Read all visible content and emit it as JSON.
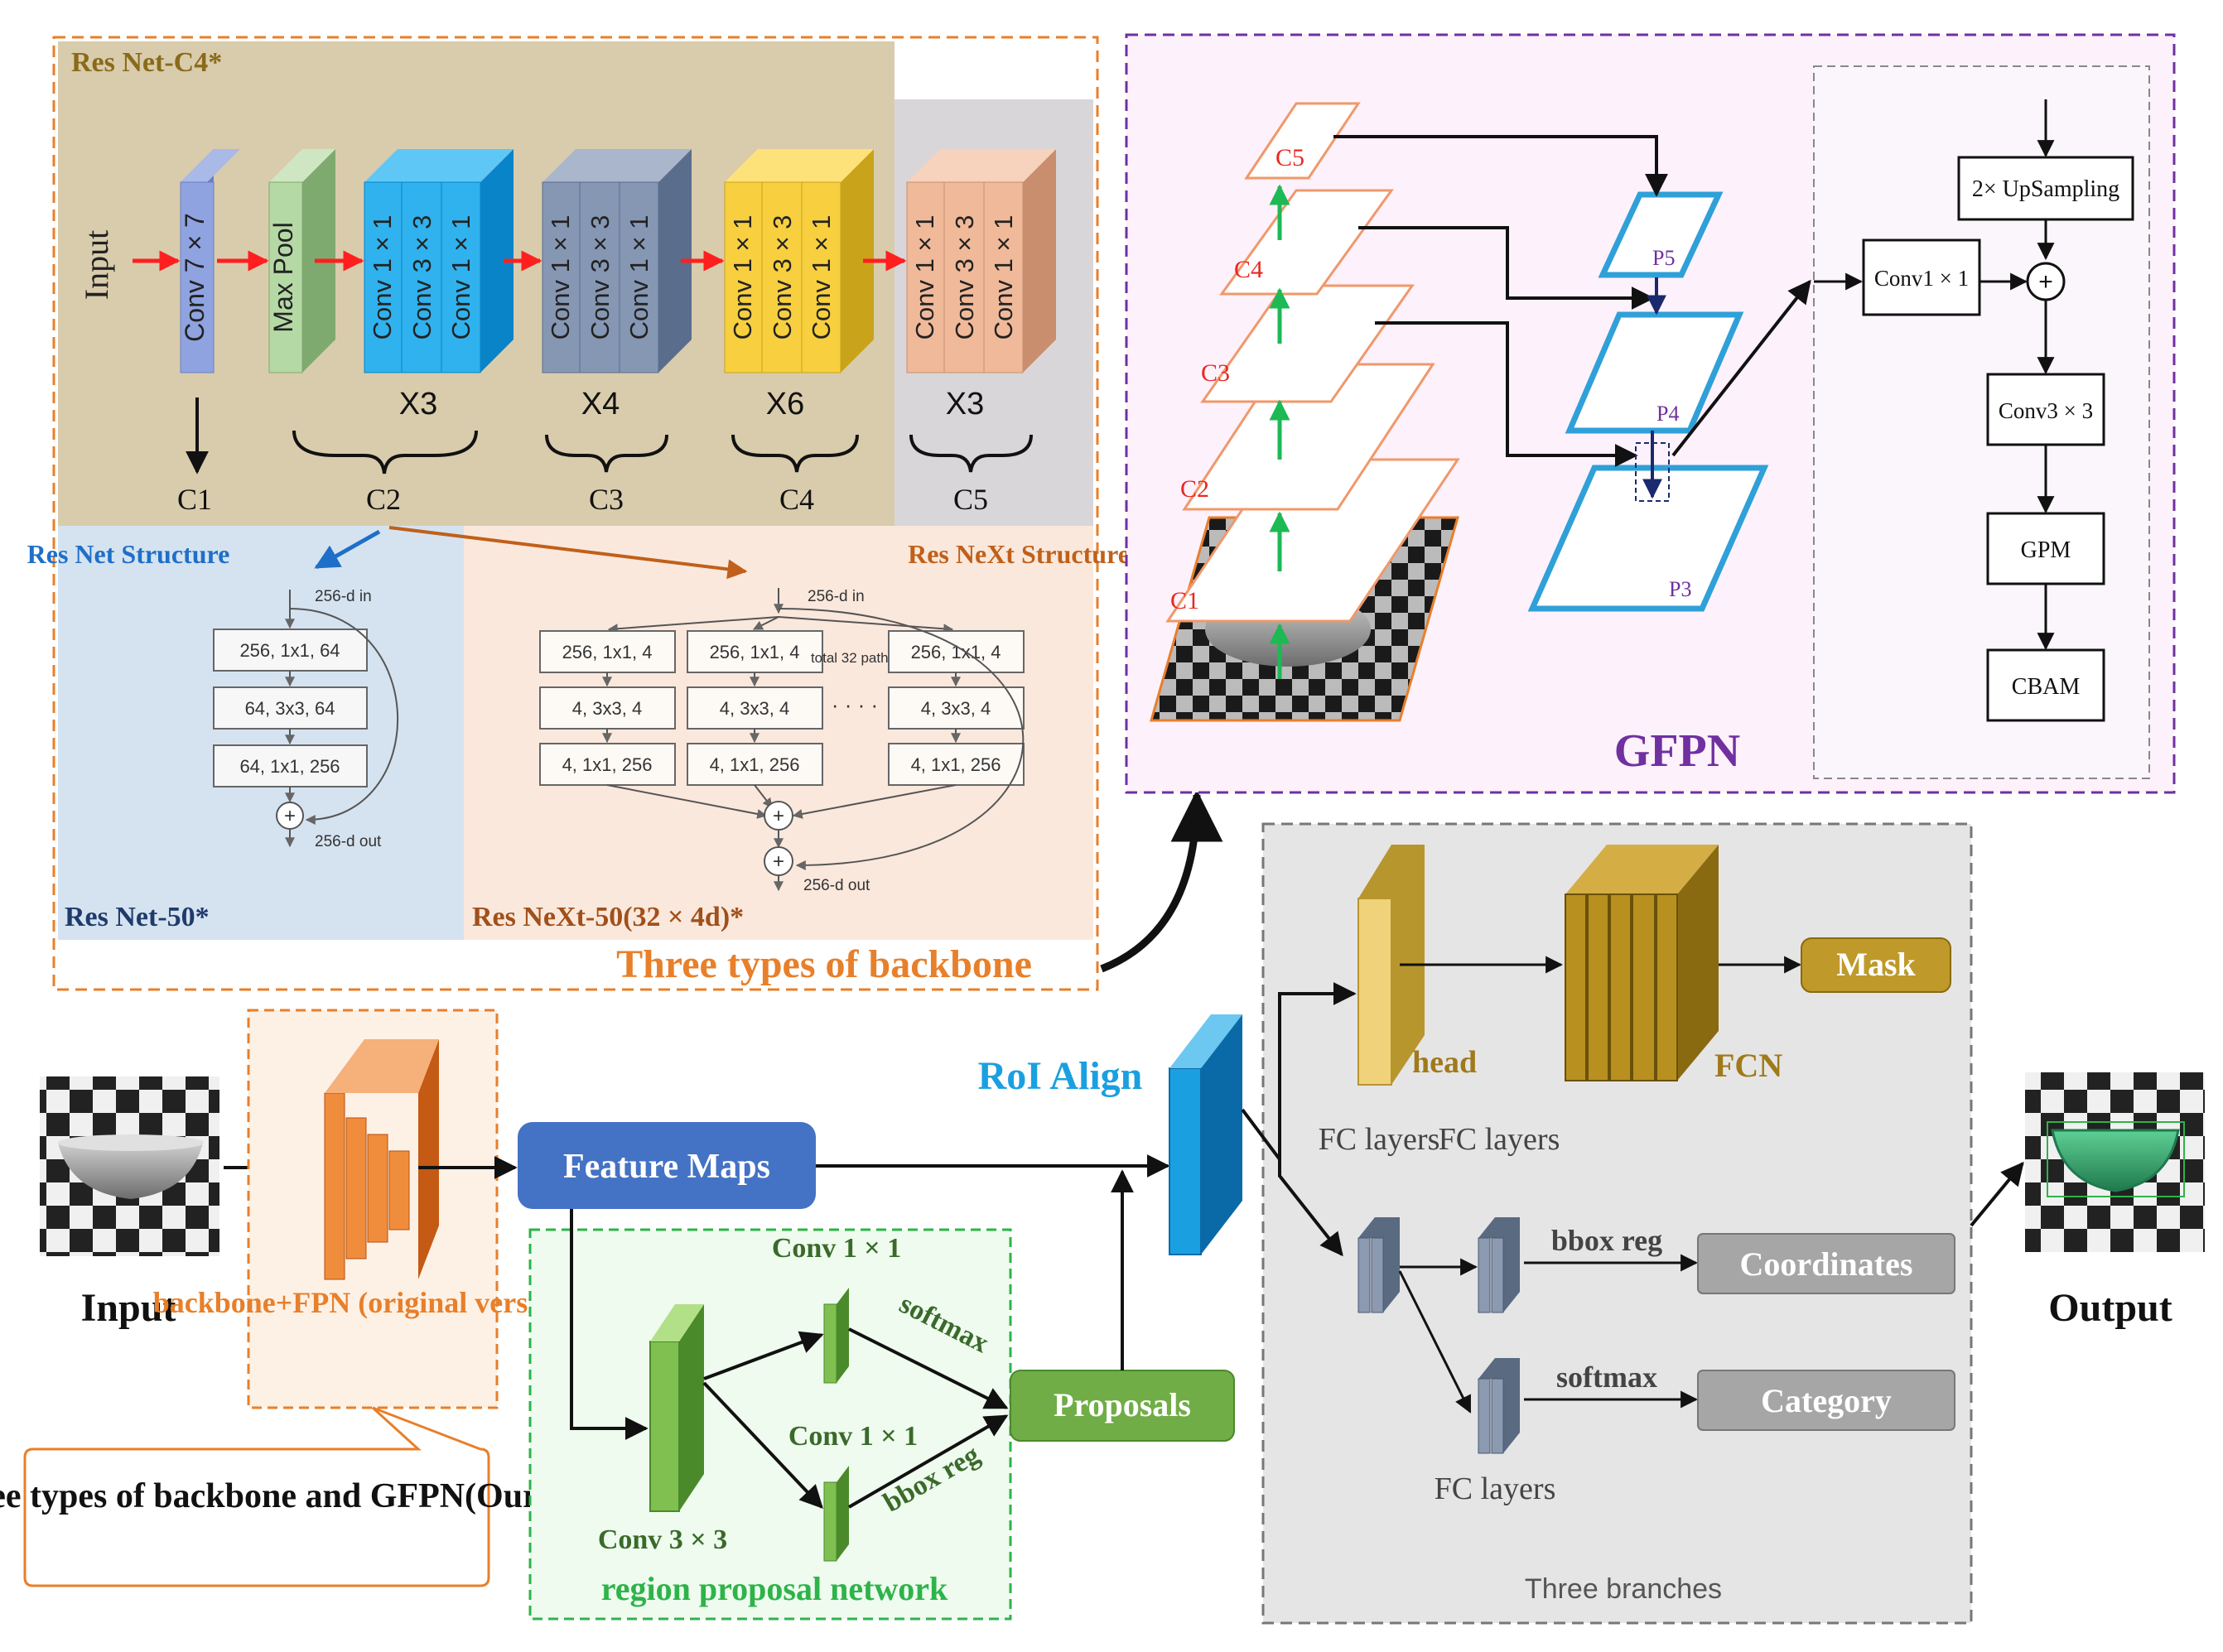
{
  "backbone": {
    "c4_label": "Res Net-C4*",
    "input_label": "Input",
    "conv7": "Conv 7 × 7",
    "maxpool": "Max Pool",
    "conv1": "Conv 1 × 1",
    "conv3": "Conv 3 × 3",
    "repeats": [
      "X3",
      "X4",
      "X6",
      "X3"
    ],
    "stages": [
      "C1",
      "C2",
      "C3",
      "C4",
      "C5"
    ],
    "resnet_title": "Res Net Structure",
    "resnext_title": "Res NeXt Structure",
    "resnet50": "Res Net-50*",
    "resnext50": "Res NeXt-50(32 × 4d)*",
    "three_types": "Three types of backbone",
    "resnet_in": "256-d in",
    "resnet_out": "256-d out",
    "resnet_blocks": [
      "256, 1x1, 64",
      "64, 3x3, 64",
      "64, 1x1, 256"
    ],
    "resnext_in": "256-d in",
    "resnext_out": "256-d out",
    "resnext_blocks": [
      "256, 1x1, 4",
      "4, 3x3, 4",
      "4, 1x1, 256"
    ],
    "paths_note": "total 32 paths",
    "dots": "· · · ·"
  },
  "gfpn": {
    "title": "GFPN",
    "c_levels": [
      "C5",
      "C4",
      "C3",
      "C2",
      "C1"
    ],
    "p_levels": [
      "P5",
      "P4",
      "P3"
    ],
    "upsampling": "2× UpSampling",
    "conv1": "Conv1 × 1",
    "conv3": "Conv3 × 3",
    "gpm": "GPM",
    "cbam": "CBAM",
    "plus": "+"
  },
  "pipeline": {
    "input": "Input",
    "output": "Output",
    "backbone_fpn": "backbone+FPN (original version)*",
    "callout": "Three types of backbone and GFPN(Ours)*",
    "feature_maps": "Feature Maps",
    "rpn_label": "region proposal network",
    "rpn_conv1_top": "Conv 1 × 1",
    "rpn_conv1_bottom": "Conv 1 × 1",
    "rpn_conv3": "Conv 3 × 3",
    "softmax": "softmax",
    "bbox_reg": "bbox reg",
    "proposals": "Proposals",
    "roi_align": "RoI Align"
  },
  "branches": {
    "head": "head",
    "fcn": "FCN",
    "mask": "Mask",
    "fc_layers": "FC layers",
    "bbox_reg": "bbox reg",
    "softmax": "softmax",
    "coordinates": "Coordinates",
    "category": "Category",
    "three_branches": "Three branches"
  },
  "colors": {
    "backbone_orange": "#e87f2a",
    "gfpn_purple": "#7030a0",
    "rpn_green": "#2eb34a",
    "roi_blue": "#12a0e0",
    "fcn_gold": "#b8860b",
    "feature_maps_blue": "#4472c4",
    "proposals_green": "#70ad47"
  }
}
